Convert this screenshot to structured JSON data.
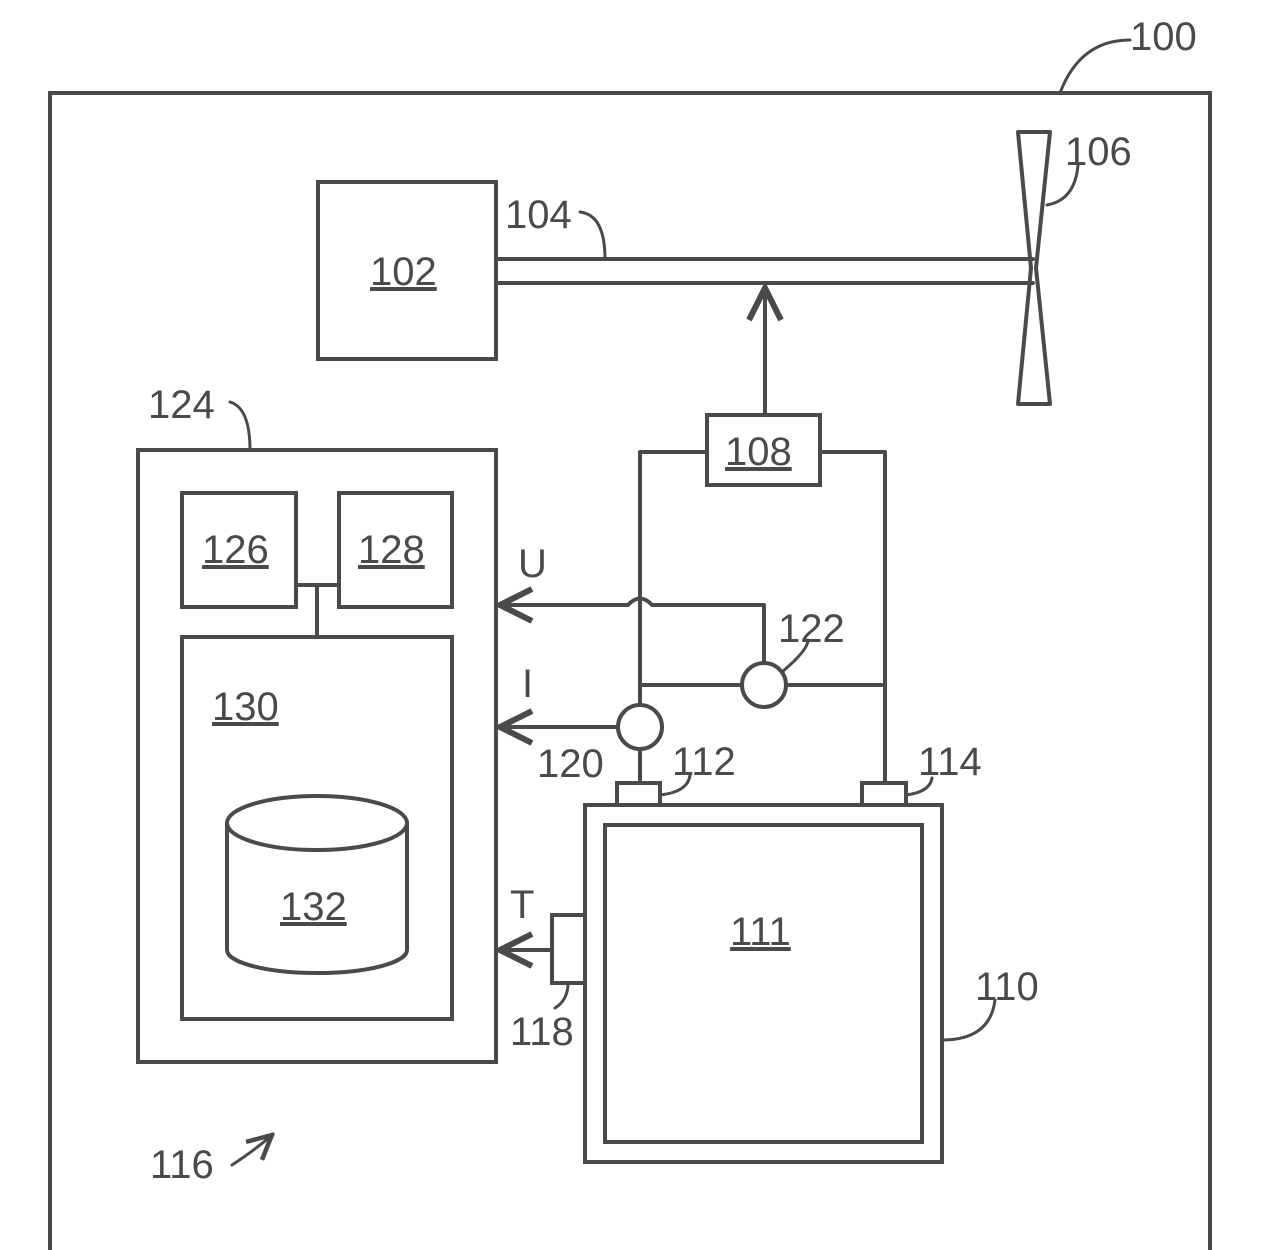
{
  "labels": {
    "system": "100",
    "engine": "102",
    "shaft": "104",
    "propeller": "106",
    "motor": "108",
    "battery_pack": "110",
    "battery_cell": "111",
    "terminal_pos": "112",
    "terminal_neg": "114",
    "vehicle": "116",
    "temp_sensor": "118",
    "current_sensor": "120",
    "voltage_sensor": "122",
    "controller": "124",
    "block_126": "126",
    "block_128": "128",
    "memory": "130",
    "database": "132"
  },
  "signals": {
    "voltage": "U",
    "current": "I",
    "temperature": "T"
  }
}
